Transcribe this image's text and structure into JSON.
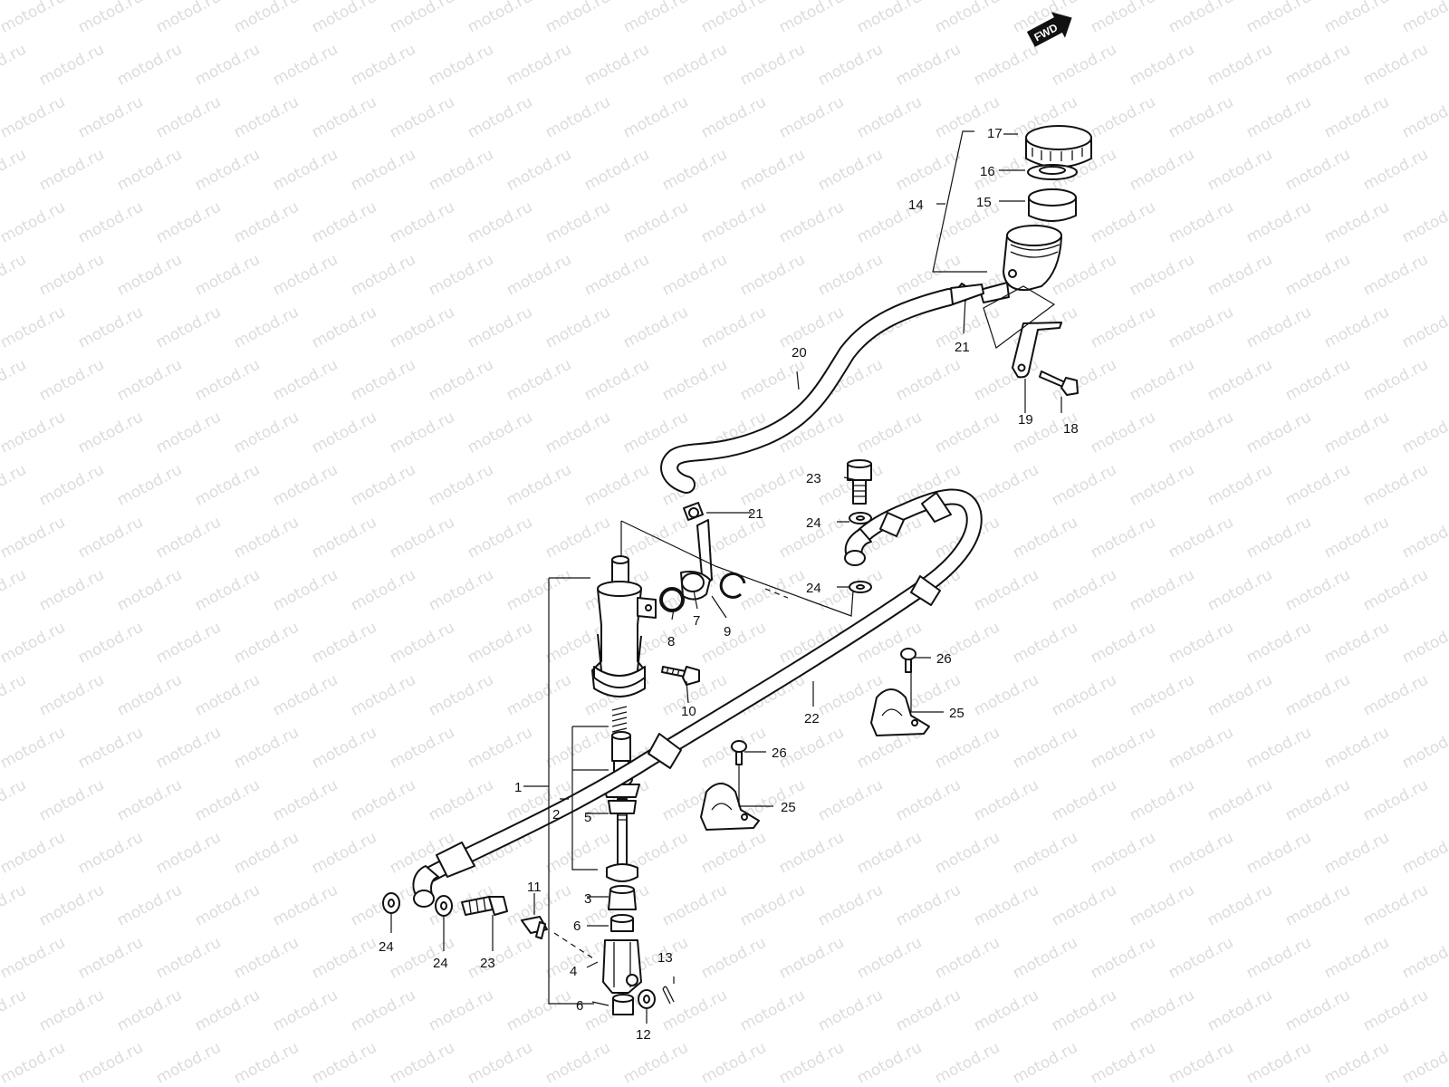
{
  "watermark": "motod.ru",
  "direction_badge": "FWD",
  "callouts": [
    {
      "id": "c1",
      "label": "1"
    },
    {
      "id": "c2",
      "label": "2"
    },
    {
      "id": "c3",
      "label": "3"
    },
    {
      "id": "c4",
      "label": "4"
    },
    {
      "id": "c5",
      "label": "5"
    },
    {
      "id": "c6a",
      "label": "6"
    },
    {
      "id": "c6b",
      "label": "6"
    },
    {
      "id": "c7",
      "label": "7"
    },
    {
      "id": "c8",
      "label": "8"
    },
    {
      "id": "c9",
      "label": "9"
    },
    {
      "id": "c10",
      "label": "10"
    },
    {
      "id": "c11",
      "label": "11"
    },
    {
      "id": "c12",
      "label": "12"
    },
    {
      "id": "c13",
      "label": "13"
    },
    {
      "id": "c14",
      "label": "14"
    },
    {
      "id": "c15",
      "label": "15"
    },
    {
      "id": "c16",
      "label": "16"
    },
    {
      "id": "c17",
      "label": "17"
    },
    {
      "id": "c18",
      "label": "18"
    },
    {
      "id": "c19",
      "label": "19"
    },
    {
      "id": "c20",
      "label": "20"
    },
    {
      "id": "c21a",
      "label": "21"
    },
    {
      "id": "c21b",
      "label": "21"
    },
    {
      "id": "c22",
      "label": "22"
    },
    {
      "id": "c23a",
      "label": "23"
    },
    {
      "id": "c23b",
      "label": "23"
    },
    {
      "id": "c24a",
      "label": "24"
    },
    {
      "id": "c24b",
      "label": "24"
    },
    {
      "id": "c24c",
      "label": "24"
    },
    {
      "id": "c24d",
      "label": "24"
    },
    {
      "id": "c25a",
      "label": "25"
    },
    {
      "id": "c25b",
      "label": "25"
    },
    {
      "id": "c26a",
      "label": "26"
    },
    {
      "id": "c26b",
      "label": "26"
    }
  ]
}
